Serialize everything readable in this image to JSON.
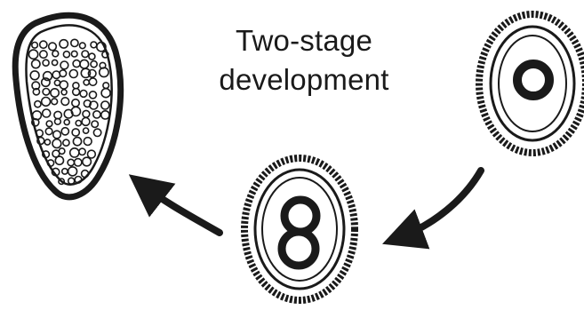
{
  "title": {
    "line1": "Two-stage",
    "line2": "development"
  },
  "colors": {
    "ink": "#1a1a1a",
    "background": "#ffffff"
  },
  "stages": [
    {
      "id": "unsegmented-egg"
    },
    {
      "id": "two-cell-egg"
    },
    {
      "id": "larvated-egg"
    }
  ],
  "arrows": [
    {
      "from": "unsegmented-egg",
      "to": "two-cell-egg"
    },
    {
      "from": "two-cell-egg",
      "to": "larvated-egg"
    }
  ]
}
